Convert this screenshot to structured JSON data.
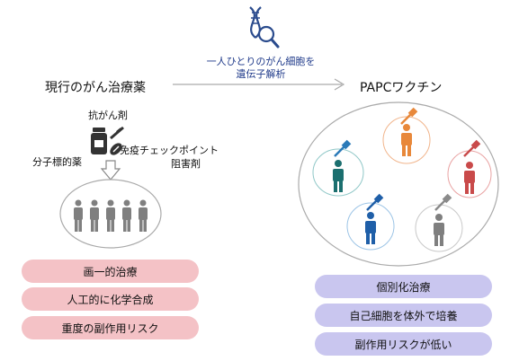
{
  "top": {
    "caption_line1": "一人ひとりのがん細胞を",
    "caption_line2": "遺伝子解析"
  },
  "left": {
    "title": "現行のがん治療薬",
    "drug1": "抗がん剤",
    "drug2": "分子標的薬",
    "drug3_line1": "免疫チェックポイント",
    "drug3_line2": "阻害剤",
    "features": [
      "画一的治療",
      "人工的に化学合成",
      "重度の副作用リスク"
    ]
  },
  "right": {
    "title": "PAPCワクチン",
    "features": [
      "個別化治療",
      "自己細胞を体外で培養",
      "副作用リスクが低い"
    ]
  },
  "colors": {
    "pink_pill": "#f4c2c6",
    "lavender_pill": "#c9c6ef",
    "caption_blue": "#1f3a8a",
    "person_gray": "#7f7f7f",
    "person_teal": "#1b6f6f",
    "person_orange": "#e8883a",
    "person_red": "#c94a4a",
    "person_blue": "#1f5fa8"
  }
}
